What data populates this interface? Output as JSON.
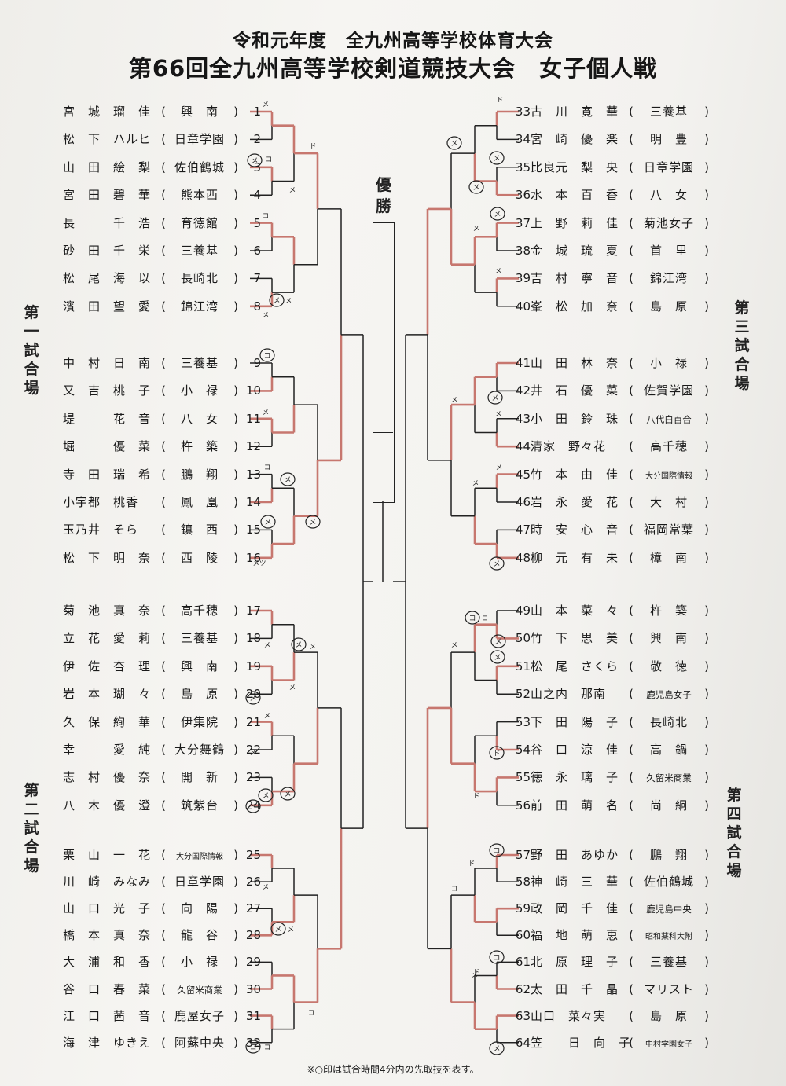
{
  "title_line1": "令和元年度　全九州高等学校体育大会",
  "title_line2": "第66回全九州高等学校剣道競技大会　女子個人戦",
  "championship_label": "優勝",
  "courts": {
    "court1": "第一試合場",
    "court2": "第二試合場",
    "court3": "第三試合場",
    "court4": "第四試合場"
  },
  "footnote": "※○印は試合時間4分内の先取技を表す。",
  "entrants": [
    {
      "no": "1",
      "name": "宮　城　瑠　佳",
      "school": "興　南"
    },
    {
      "no": "2",
      "name": "松　下　ハルヒ",
      "school": "日章学園"
    },
    {
      "no": "3",
      "name": "山　田　絵　梨",
      "school": "佐伯鶴城"
    },
    {
      "no": "4",
      "name": "宮　田　碧　華",
      "school": "熊本西"
    },
    {
      "no": "5",
      "name": "長　　　千　浩",
      "school": "育徳館"
    },
    {
      "no": "6",
      "name": "砂　田　千　栄",
      "school": "三養基"
    },
    {
      "no": "7",
      "name": "松　尾　海　以",
      "school": "長崎北"
    },
    {
      "no": "8",
      "name": "濱　田　望　愛",
      "school": "錦江湾"
    },
    {
      "no": "9",
      "name": "中　村　日　南",
      "school": "三養基"
    },
    {
      "no": "10",
      "name": "又　吉　桃　子",
      "school": "小　禄"
    },
    {
      "no": "11",
      "name": "堤　　　花　音",
      "school": "八　女"
    },
    {
      "no": "12",
      "name": "堀　　　優　菜",
      "school": "杵　築"
    },
    {
      "no": "13",
      "name": "寺　田　瑞　希",
      "school": "鵬　翔"
    },
    {
      "no": "14",
      "name": "小宇都　桃香",
      "school": "鳳　凰"
    },
    {
      "no": "15",
      "name": "玉乃井　そら",
      "school": "鎮　西"
    },
    {
      "no": "16",
      "name": "松　下　明　奈",
      "school": "西　陵"
    },
    {
      "no": "17",
      "name": "菊　池　真　奈",
      "school": "高千穂"
    },
    {
      "no": "18",
      "name": "立　花　愛　莉",
      "school": "三養基"
    },
    {
      "no": "19",
      "name": "伊　佐　杏　理",
      "school": "興　南"
    },
    {
      "no": "20",
      "name": "岩　本　瑚　々",
      "school": "島　原"
    },
    {
      "no": "21",
      "name": "久　保　絢　華",
      "school": "伊集院"
    },
    {
      "no": "22",
      "name": "幸　　　愛　純",
      "school": "大分舞鶴"
    },
    {
      "no": "23",
      "name": "志　村　優　奈",
      "school": "開　新"
    },
    {
      "no": "24",
      "name": "八　木　優　澄",
      "school": "筑紫台"
    },
    {
      "no": "25",
      "name": "栗　山　一　花",
      "school": "大分国際情報"
    },
    {
      "no": "26",
      "name": "川　崎　みなみ",
      "school": "日章学園"
    },
    {
      "no": "27",
      "name": "山　口　光　子",
      "school": "向　陽"
    },
    {
      "no": "28",
      "name": "橋　本　真　奈",
      "school": "龍　谷"
    },
    {
      "no": "29",
      "name": "大　浦　和　香",
      "school": "小　禄"
    },
    {
      "no": "30",
      "name": "谷　口　春　菜",
      "school": "久留米商業"
    },
    {
      "no": "31",
      "name": "江　口　茜　音",
      "school": "鹿屋女子"
    },
    {
      "no": "32",
      "name": "海　津　ゆきえ",
      "school": "阿蘇中央"
    },
    {
      "no": "33",
      "name": "古　川　寛　華",
      "school": "三養基"
    },
    {
      "no": "34",
      "name": "宮　崎　優　楽",
      "school": "明　豊"
    },
    {
      "no": "35",
      "name": "比良元　梨　央",
      "school": "日章学園"
    },
    {
      "no": "36",
      "name": "水　本　百　香",
      "school": "八　女"
    },
    {
      "no": "37",
      "name": "上　野　莉　佳",
      "school": "菊池女子"
    },
    {
      "no": "38",
      "name": "金　城　琉　夏",
      "school": "首　里"
    },
    {
      "no": "39",
      "name": "吉　村　寧　音",
      "school": "錦江湾"
    },
    {
      "no": "40",
      "name": "峯　松　加　奈",
      "school": "島　原"
    },
    {
      "no": "41",
      "name": "山　田　林　奈",
      "school": "小　禄"
    },
    {
      "no": "42",
      "name": "井　石　優　菜",
      "school": "佐賀学園"
    },
    {
      "no": "43",
      "name": "小　田　鈴　珠",
      "school": "八代白百合"
    },
    {
      "no": "44",
      "name": "清家　野々花",
      "school": "高千穂"
    },
    {
      "no": "45",
      "name": "竹　本　由　佳",
      "school": "大分国際情報"
    },
    {
      "no": "46",
      "name": "岩　永　愛　花",
      "school": "大　村"
    },
    {
      "no": "47",
      "name": "時　安　心　音",
      "school": "福岡常葉"
    },
    {
      "no": "48",
      "name": "柳　元　有　未",
      "school": "樟　南"
    },
    {
      "no": "49",
      "name": "山　本　菜　々",
      "school": "杵　築"
    },
    {
      "no": "50",
      "name": "竹　下　思　美",
      "school": "興　南"
    },
    {
      "no": "51",
      "name": "松　尾　さくら",
      "school": "敬　徳"
    },
    {
      "no": "52",
      "name": "山之内　那南",
      "school": "鹿児島女子"
    },
    {
      "no": "53",
      "name": "下　田　陽　子",
      "school": "長崎北"
    },
    {
      "no": "54",
      "name": "谷　口　涼　佳",
      "school": "高　鍋"
    },
    {
      "no": "55",
      "name": "徳　永　璃　子",
      "school": "久留米商業"
    },
    {
      "no": "56",
      "name": "前　田　萌　名",
      "school": "尚　絅"
    },
    {
      "no": "57",
      "name": "野　田　あゆか",
      "school": "鵬　翔"
    },
    {
      "no": "58",
      "name": "神　崎　三　華",
      "school": "佐伯鶴城"
    },
    {
      "no": "59",
      "name": "政　岡　千　佳",
      "school": "鹿児島中央"
    },
    {
      "no": "60",
      "name": "福　地　萌　恵",
      "school": "昭和薬科大附"
    },
    {
      "no": "61",
      "name": "北　原　理　子",
      "school": "三養基"
    },
    {
      "no": "62",
      "name": "太　田　千　晶",
      "school": "マリスト"
    },
    {
      "no": "63",
      "name": "山口　菜々実",
      "school": "島　原"
    },
    {
      "no": "64",
      "name": "笠　　日　向　子",
      "school": "中村学園女子"
    }
  ],
  "score_marks": [
    {
      "t": "メ",
      "c": false
    },
    {
      "t": "メ",
      "c": true
    },
    {
      "t": "コ",
      "c": false
    },
    {
      "t": "メ",
      "c": false
    },
    {
      "t": "ド",
      "c": false
    },
    {
      "t": "コ",
      "c": false
    },
    {
      "t": "メ",
      "c": true
    },
    {
      "t": "メ",
      "c": false
    },
    {
      "t": "メ",
      "c": false
    },
    {
      "t": "コ",
      "c": true
    },
    {
      "t": "メ",
      "c": false
    },
    {
      "t": "コ",
      "c": false
    },
    {
      "t": "メ",
      "c": true
    },
    {
      "t": "メ",
      "c": true
    },
    {
      "t": "メ",
      "c": true
    },
    {
      "t": "メツ",
      "c": false
    },
    {
      "t": "メ",
      "c": false
    },
    {
      "t": "メ",
      "c": true
    },
    {
      "t": "メ",
      "c": false
    },
    {
      "t": "メ",
      "c": true
    },
    {
      "t": "メ",
      "c": false
    },
    {
      "t": "メ",
      "c": false
    },
    {
      "t": "メ",
      "c": false
    },
    {
      "t": "メ",
      "c": true
    },
    {
      "t": "メ",
      "c": true
    },
    {
      "t": "ド",
      "c": true
    },
    {
      "t": "メ",
      "c": false
    },
    {
      "t": "メ",
      "c": true
    },
    {
      "t": "メ",
      "c": false
    },
    {
      "t": "コ",
      "c": false
    },
    {
      "t": "コ",
      "c": true
    },
    {
      "t": "コ",
      "c": false
    },
    {
      "t": "ド",
      "c": false
    },
    {
      "t": "メ",
      "c": true
    },
    {
      "t": "メ",
      "c": true
    },
    {
      "t": "メ",
      "c": true
    },
    {
      "t": "メ",
      "c": true
    },
    {
      "t": "メ",
      "c": false
    },
    {
      "t": "メ",
      "c": false
    },
    {
      "t": "メ",
      "c": false
    },
    {
      "t": "メ",
      "c": true
    },
    {
      "t": "メ",
      "c": false
    },
    {
      "t": "メ",
      "c": false
    },
    {
      "t": "メ",
      "c": false
    },
    {
      "t": "メ",
      "c": true
    },
    {
      "t": "コ",
      "c": true
    },
    {
      "t": "コ",
      "c": false
    },
    {
      "t": "メ",
      "c": true
    },
    {
      "t": "メ",
      "c": true
    },
    {
      "t": "メ",
      "c": false
    },
    {
      "t": "ド",
      "c": true
    },
    {
      "t": "ド",
      "c": false
    },
    {
      "t": "コ",
      "c": true
    },
    {
      "t": "ド",
      "c": false
    },
    {
      "t": "コ",
      "c": false
    },
    {
      "t": "コ",
      "c": true
    },
    {
      "t": "ド",
      "c": false
    },
    {
      "t": "メ",
      "c": false
    },
    {
      "t": "メ",
      "c": true
    }
  ]
}
